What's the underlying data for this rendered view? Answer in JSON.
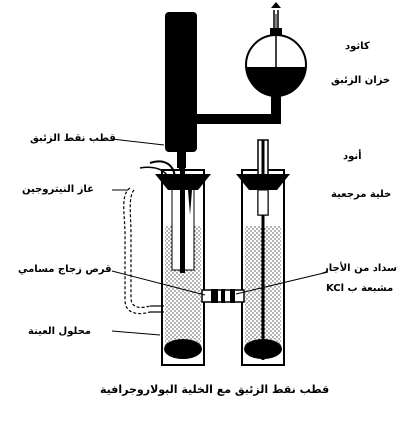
{
  "labels": {
    "cathode": "كاثود",
    "mercury_reservoir": "خزان الزئبق",
    "anode": "أنود",
    "reference_cell": "خلية مرجعية",
    "agar_plug": "سداد من الأجار",
    "kcl_saturated": "مشبعة ب KCl",
    "dropping_mercury_electrode": "قطب نقط الزئبق",
    "nitrogen_gas": "غاز النيتروجين",
    "porous_glass_disc": "قرص زجاج مسامي",
    "sample_solution": "محلول العينة"
  },
  "caption": "قطب نقط الزئبق مع الخلية البولاروجرافية"
}
